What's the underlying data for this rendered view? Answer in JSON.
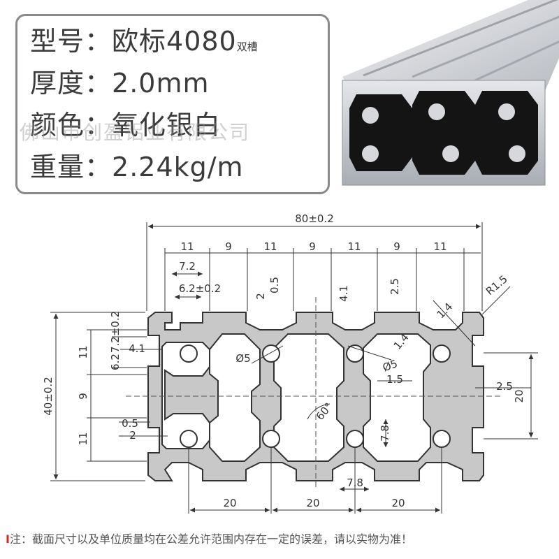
{
  "specs": {
    "model_label": "型号：",
    "model_value": "欧标4080",
    "model_suffix": "双槽",
    "thickness_label": "厚度：",
    "thickness_value": "2.0mm",
    "color_label": "颜色：",
    "color_value": "氧化银白",
    "weight_label": "重量：",
    "weight_value": "2.24kg/m"
  },
  "watermark": "佛山市创盈铝业有限公司",
  "note": {
    "mark": "I",
    "text": "注：截面尺寸以及单位质量均在公差允许范围内存在一定的误差，请以实物为准！"
  },
  "dimensions": {
    "overall_width": "80±0.2",
    "overall_height": "40±0.2",
    "top_segments": [
      "11",
      "9",
      "11",
      "9",
      "11",
      "9",
      "11"
    ],
    "slot_7_2": "7.2",
    "slot_6_2": "6.2±0.2",
    "d_2": "2",
    "d_0_5": "0.5",
    "d_4_1": "4.1",
    "d_2_5": "2.5",
    "r_1_5": "R1.5",
    "d_1_4": "1.4",
    "d_1_4b": "1.4",
    "left_7_2": "7.2±0.2",
    "left_6_2": "6.2",
    "left_4_1": "4.1",
    "left_11a": "11",
    "left_9": "9",
    "left_11b": "11",
    "left_0_5": "0.5",
    "left_2": "2",
    "dia_5a": "Ø5",
    "dia_5b": "Ø5",
    "d_1_5": "1.5",
    "d_2_5r": "2.5",
    "right_20": "20",
    "angle_60": "60°",
    "d_7_8v": "7.8",
    "d_7_8h": "7.8",
    "bottom_20a": "20",
    "bottom_20b": "20",
    "bottom_20c": "20"
  },
  "colors": {
    "profile_fill": "#c8c8c8",
    "profile_stroke": "#333333",
    "dim_line": "#333333",
    "accent_red": "#e1251b"
  }
}
